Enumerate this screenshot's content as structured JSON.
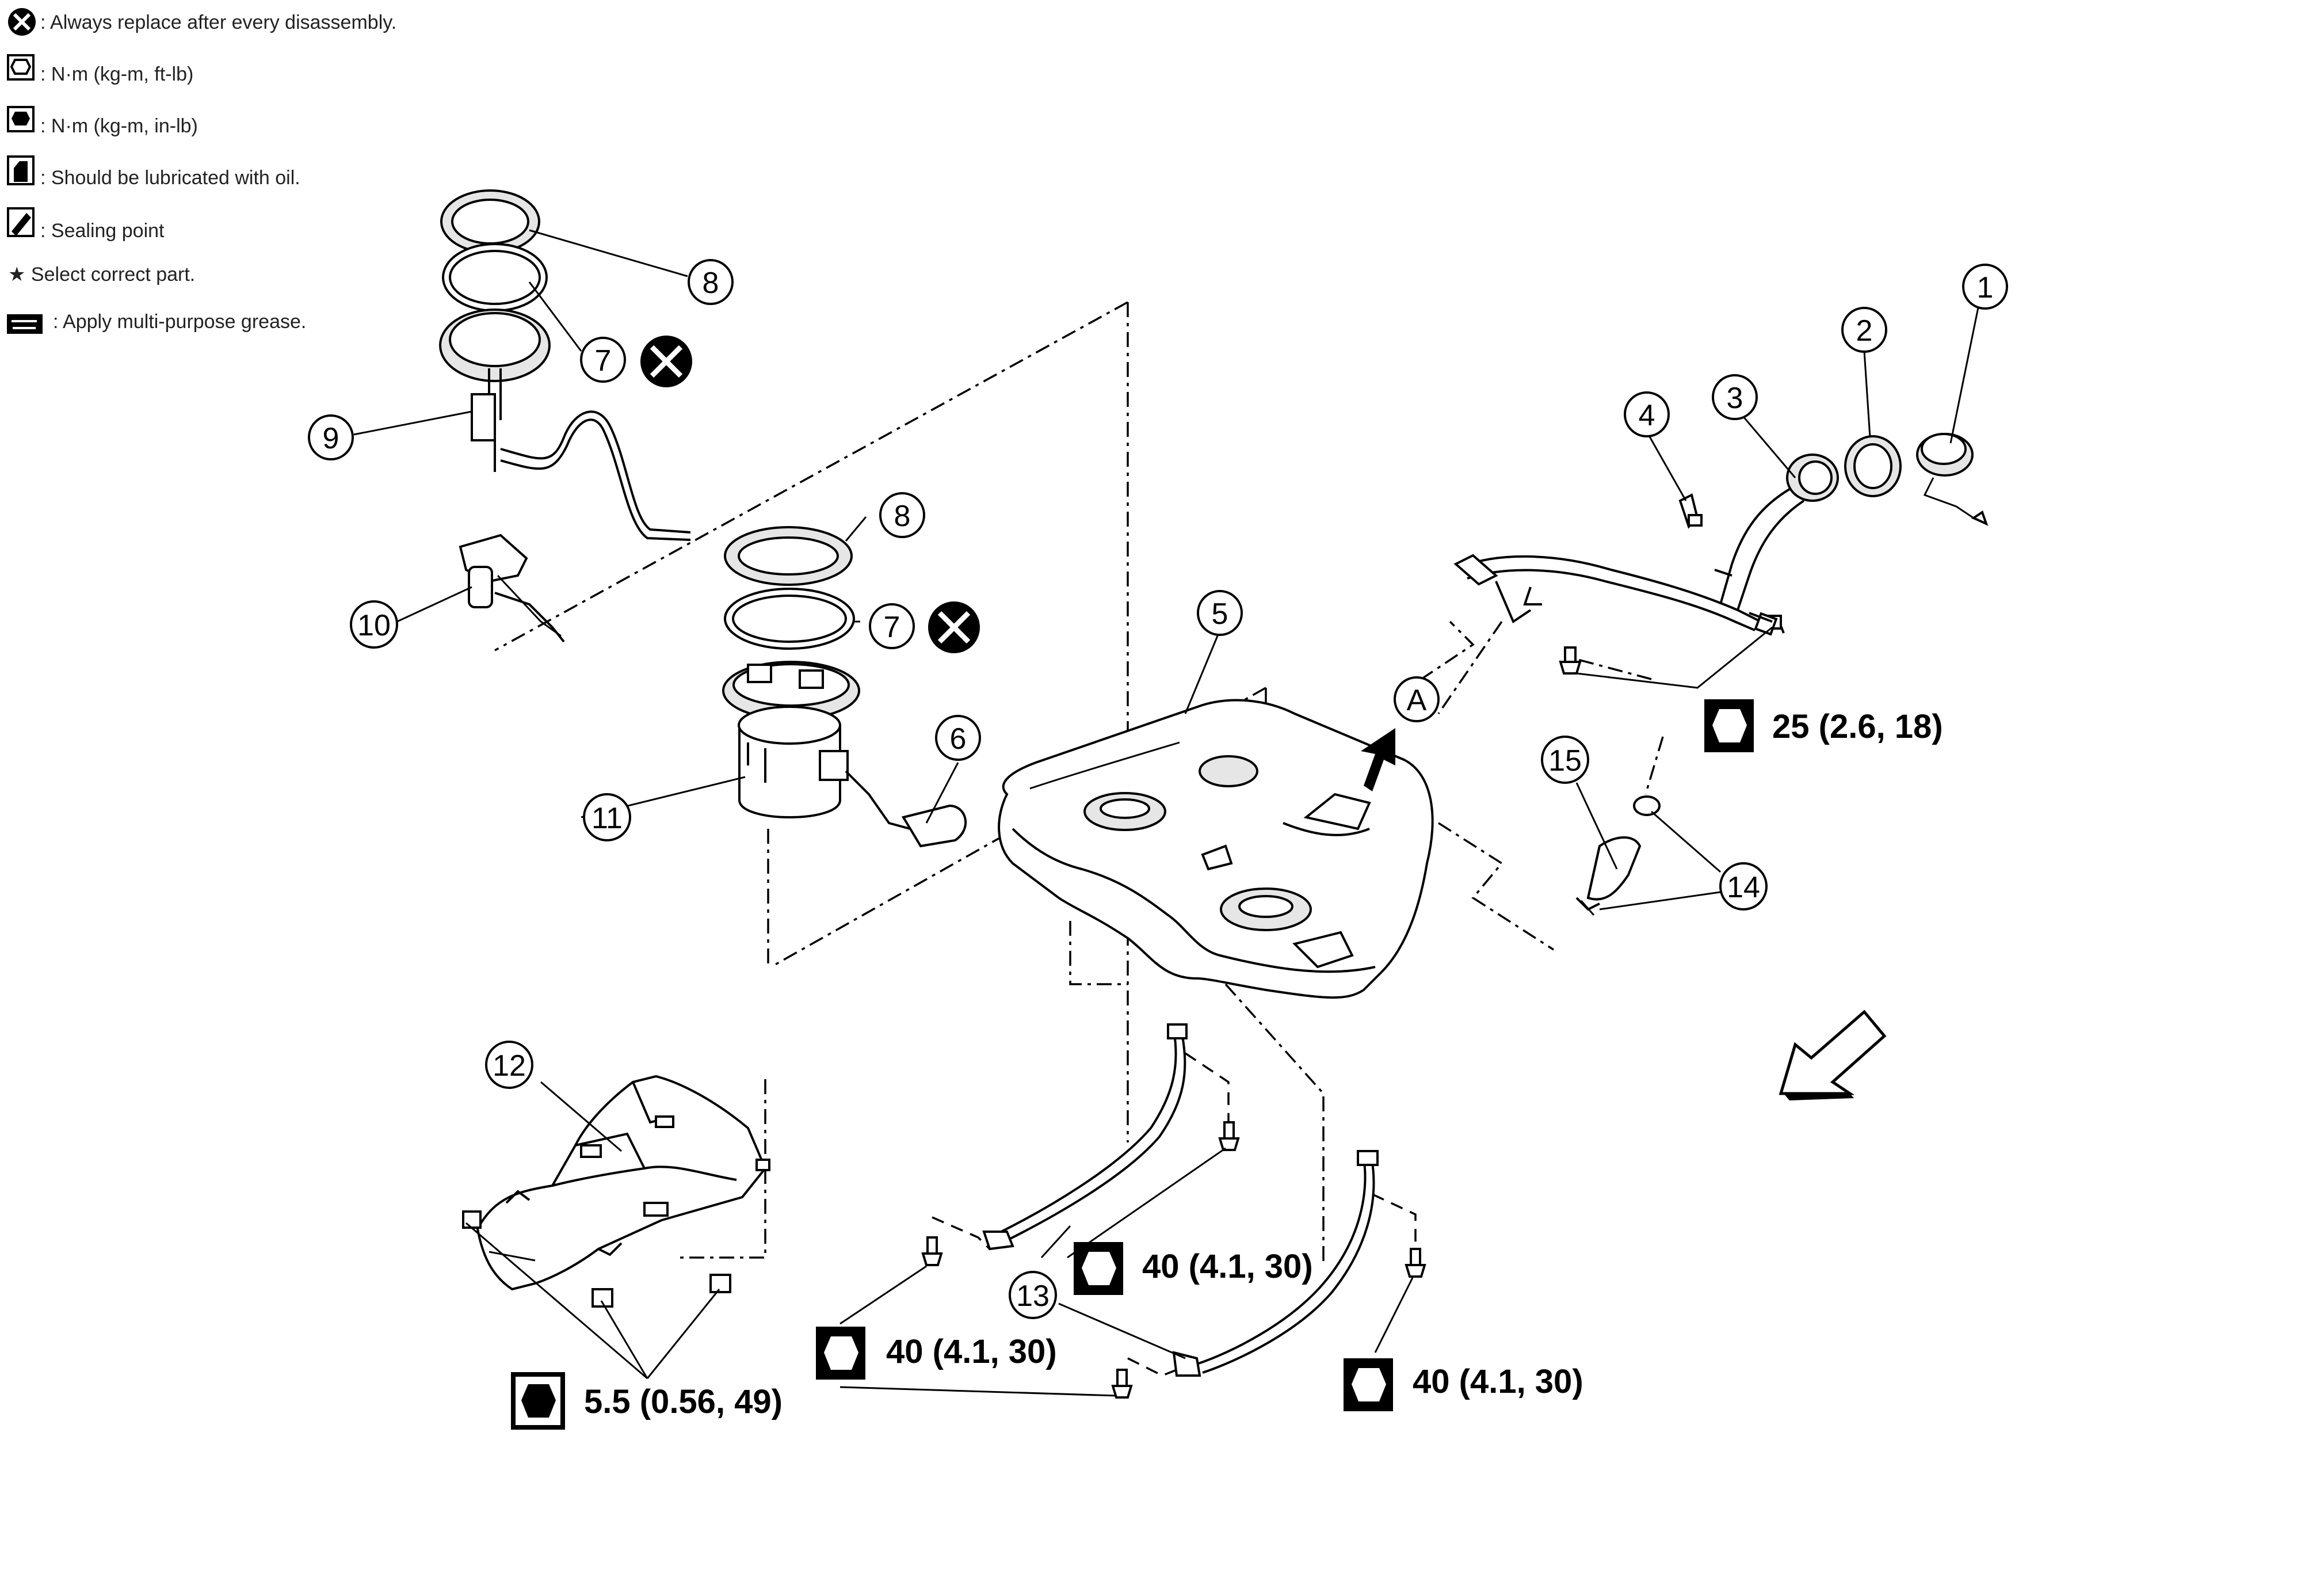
{
  "legend": [
    {
      "icon": "x-circle-icon",
      "text": ": Always replace after every disassembly."
    },
    {
      "icon": "torque-wrench-icon",
      "text": ": N·m (kg-m, ft-lb)"
    },
    {
      "icon": "torque-wrench-filled-icon",
      "text": ": N·m (kg-m, in-lb)"
    },
    {
      "icon": "oil-can-icon",
      "text": ": Should be lubricated with oil."
    },
    {
      "icon": "sealing-point-icon",
      "text": ": Sealing point"
    },
    {
      "icon": "star-icon",
      "text": "★ Select correct part."
    },
    {
      "icon": "grease-icon",
      "text": ": Apply multi-purpose grease."
    }
  ],
  "callouts": {
    "c1": "1",
    "c2": "2",
    "c3": "3",
    "c4": "4",
    "c5": "5",
    "c6": "6",
    "c7a": "7",
    "c7b": "7",
    "c8a": "8",
    "c8b": "8",
    "c9": "9",
    "c10": "10",
    "c11": "11",
    "c12": "12",
    "c13": "13",
    "c14": "14",
    "c15": "15",
    "cA": "A"
  },
  "torques": {
    "t_filler": "25 (2.6, 18)",
    "t_band_mid": "40 (4.1, 30)",
    "t_band_left": "40 (4.1, 30)",
    "t_band_right": "40 (4.1, 30)",
    "t_shield": "5.5 (0.56, 49)"
  },
  "colors": {
    "line": "#000000",
    "background": "#ffffff",
    "fill_gray": "#e6e6e6"
  }
}
